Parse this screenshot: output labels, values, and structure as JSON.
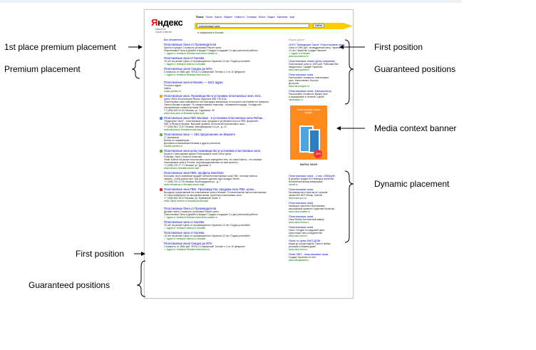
{
  "labels": {
    "first_place_premium": "1st place premium placement",
    "premium": "Premium placement",
    "first_position_top": "First position",
    "guaranteed_top": "Guaranteed positions",
    "media_banner": "Media context banner",
    "dynamic": "Dynamic placement",
    "first_position_bottom": "First position",
    "guaranteed_bottom": "Guaranteed positions"
  },
  "serp": {
    "logo": "Яндекс",
    "logo_sub": [
      "Нашлось",
      "3 млн ответов"
    ],
    "nav": [
      "Поиск",
      "Почта",
      "Карты",
      "Маркет",
      "Новости",
      "Словари",
      "Блоги",
      "Видео",
      "Картинки",
      "еще"
    ],
    "query": "пластиковые окна",
    "search_button": "Найти",
    "options": "в найденном   в Москве",
    "left_results": [
      {
        "title": "Все объявления",
        "lines": []
      },
      {
        "title": "Пластиковые Окна от Производителя",
        "lines": [
          "Купить в кредит   Стоимость установки   Расчёт цены",
          "Пластиковые Окна в Дизайн в Кредит! Скидки и подарки! Со дня успешной работы!",
          "✓ Адрес и телефон   Москва   www.okna-master.ru"
        ]
      },
      {
        "title": "Пластиковые окна от Калева",
        "lines": [
          "15 лет на рынке! Цены от производителя! Гарантия 10 лет. Подая уточняйте!",
          "✓ Адрес и телефон   kaleva.ru   Москва"
        ]
      },
      {
        "title": "Пластиковые окна! Скидка до 50%",
        "lines": [
          "Стоимость от 4884 руб. VEKA 3-х камерный! Теплые с 1 по 10 февраля!",
          "✓ Адрес и телефон   Москва   www.okna.ru"
        ]
      },
      {
        "title": "Пластиковые окна в Москве — 1941 адрес",
        "lines": [
          "Уточнить адрес",
          "Найти",
          "maps.yandex.ru"
        ]
      },
      {
        "title": "Пластиковые окна. Производство и установка пластиковых окон. 544...",
        "lines": [
          "Цены   VEKA   Фотогалерея   Rehau   Гарантия   KBE   TROCAL",
          "Пластиковые окна называются так благодаря материалу, из которого изготовлен их профиль.",
          "Окна в Москве в кредит. По наименованию пластика - поливинилхлорида. Отсюда все",
          "употребление словосочетания ПВХ",
          "+7 (495) 929-01-61   Москва, ул. Годовиков, 39",
          "www.okna-plus.ru   Москва   копия   ещё"
        ]
      },
      {
        "title": "Пластиковые окна ПВХ Москва! - и установка пластиковых окон Rehau...",
        "lines": [
          "\"Индустрия Окон\" - пластиковые окна, продажа и установка окон из ПВХ профилей",
          "KBE и Rehau в Москве. Высокий уровень технологий пластиковых окон...",
          "+7 (495) 961-72-87   Москва, Автозаводская 3-я ул., д. 13",
          "www.window.ru   Москва   копия   ещё"
        ]
      },
      {
        "title": "Пластиковые окна — 281 предложение на Маркете",
        "lines": [
          "17 магазинов",
          "Выбор по параметрам",
          "Доставка из магазинов Москвы и других регионов",
          "market.yandex.ru"
        ]
      },
      {
        "title": "Пластиковые окна цены производство и установка пластиковых окон",
        "lines": [
          "Каталог   Пластиковые двери   Пластиковые окна   Сетки   Цены",
          "Рубрика: Окна | Окна из пластика",
          "Успех Kaleva на рынке пластиковых окон определен тем, что окна Kaleva – это первые",
          "пластиковые окна в России, сертифицированные по ним проекта...",
          "+7 (495) 729-77-77   Москва, ул. Дрозова, 3",
          "www.okna.ru   Москва   копия   ещё"
        ]
      },
      {
        "title": "Пластиковые окна ПВХ, профиль Монблан",
        "lines": [
          "Большая часть компаний продает металлопластиковые окна ПВХ, поэтому нельзя",
          "сказать, чтобы рынок пуст. Мы решили сделать наш продукт более ...",
          "+7 (495) 710-37-09   Москва, Волгоградская ул., д. 7",
          "www.oknastroy.ru   Москва   копия   ещё"
        ]
      },
      {
        "title": "Пластиковые окна ПВХ. Производство, продажа окон ПВХ, цены...",
        "lines": [
          "Выгодное предложение на пластиковые окна в Москве. Отличительная черта пластиковых",
          "от Окна Комфортно по выгодным ценам. Качество пластиковых окон ...",
          "+7 (495) 504-16-67   Москва, ул. Бумажный Тупик, 3",
          "www.OknaComfort.ru   Москва   копия   ещё"
        ]
      },
      {
        "title": "Пластиковые Окна от Производителя",
        "lines": [
          "Дизайн сайта   Стоимость установки   Расчёт цены",
          "Пластиковые Окна в Дизайн в Кредит! Скидки и подарки! Со дня успешной работы!",
          "✓ Адрес и телефон   Москва   www.okna-master.ru"
        ]
      },
      {
        "title": "Пластиковые окна от Калева",
        "lines": [
          "15 лет на рынке! Цены от производителя! Гарантия 10 лет. Подая уточняйте!",
          "✓ Адрес и телефон   kaleva.ru   Москва"
        ]
      },
      {
        "title": "Пластиковые окна от Калева",
        "lines": [
          "15 лет на рынке! Цены от производителя! Гарантия 10 лет. Подая уточняйте!",
          "✓ Адрес и телефон   kaleva.ru   Москва"
        ]
      },
      {
        "title": "Пластиковые окна! Скидка до 50%",
        "lines": [
          "Стоимость от 4884 руб. VEKA 3-х камерный! Теплые с 1 по 10 февраля!",
          "✓ Адрес и телефон   Москва   www.okna.ru"
        ]
      }
    ],
    "right_results": [
      {
        "title": "Яндекс.Директ",
        "lines": []
      },
      {
        "title": "ООО \"Заводские Окна\" Пластиковые окна",
        "lines": [
          "Окна от 1990 руб. за квадратный метр. Гарантия",
          "10 лет. Гарантия! Скидки! Звоните!",
          "✓ Адрес и телефон",
          "www.zavodokna.ru"
        ]
      },
      {
        "title": "Пластиковые окна! Цены снижены!",
        "lines": [
          "Пластиковые окна от 1500 руб. Работаем без",
          "предоплаты. Скидки! Гарантия",
          "www.okna-garant.ru"
        ]
      },
      {
        "title": "Пластиковые окна",
        "lines": [
          "Рассчитайте стоимость пластиковых",
          "окон. Качественно. Быстро.",
          "Доступно",
          "www.okna-region.ru"
        ]
      },
      {
        "title": "Пластиковые окна, Калькулятор",
        "lines": [
          "Рассчитайте стоимость Ваших окон",
          "и заказывайте в течение 3 дней!",
          "oknazakaz.ru"
        ]
      }
    ],
    "right_dynamic": [
      {
        "title": "Пластиковые окна - с нас 1500руб!",
        "lines": [
          "В декабре скидки 5% Немецкое качество.",
          "Бесплатный выезд замерщика!",
          "oknaft.ru"
        ]
      },
      {
        "title": "Пластиковые окна",
        "lines": [
          "Производство и монтаж по лучшим",
          "ценам без ЗКП! Rehau, Kaleva!",
          "www.okna-pro.ru"
        ]
      },
      {
        "title": "Пластиковые окна",
        "lines": [
          "Немецкое качество! Монтажники",
          "высочайший уровень! Гарантия! Качество",
          "www.okna-master.ru"
        ]
      },
      {
        "title": "Пластиковые окна",
        "lines": [
          "Окна Rehau! Бесплатный замер!",
          "www.okna-rehau.ru"
        ]
      },
      {
        "title": "Пластиковые окна",
        "lines": [
          "Окна. Сегодня по кадровой цене.",
          "Цены ниже чем у конкурентов!",
          "www.okna-dom.ru"
        ]
      },
      {
        "title": "Окна от цены ВКЛ-ДОМ",
        "lines": [
          "Акция до конца недели. Окна в любых",
          "условиях в Вашем доме!",
          "www.okna-dom.ru"
        ]
      },
      {
        "title": "Окна ЗКП - пластиковые окна",
        "lines": [
          "Скидки! Гарантия 10 лет!",
          "www.oknagarant.ru"
        ]
      }
    ],
    "banner": {
      "text": "Пластиковые окна в кредит",
      "badge": "-30%",
      "footer": "МАРКА ОКОН"
    }
  },
  "colors": {
    "accent": "#ffcc00",
    "link": "#0000cc",
    "url": "#007700",
    "banner": "#ff8a1d"
  }
}
